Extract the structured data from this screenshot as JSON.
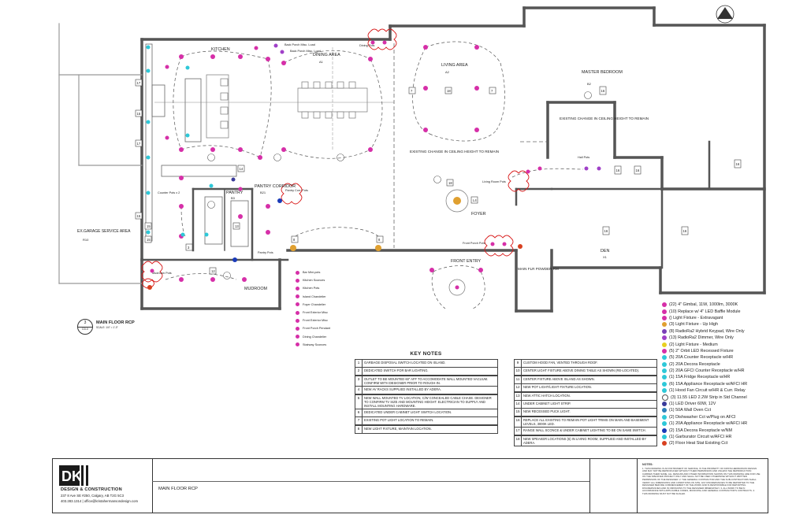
{
  "rooms": {
    "kitchen": "KITCHEN",
    "dining": "DINING AREA",
    "dining_code": "A1",
    "living": "LIVING AREA",
    "living_code": "A2",
    "master": "MASTER BEDROOM",
    "master_code": "B2",
    "pantry": "PANTRY",
    "pantry_code": "B3",
    "pantry_corridor": "PANTRY CORRIDOR",
    "pantry_corridor_code": "B21",
    "foyer": "FOYER",
    "den": "DEN",
    "den_code": "X1",
    "front_entry": "FRONT ENTRY",
    "mudroom": "MUDROOM",
    "main_flr_powder": "MAIN FLR POWDER RM",
    "garage": "EX.GARAGE SERVICE AREA",
    "garage_code": "R10"
  },
  "plan_notes": {
    "ceiling_change_1": "EXISTING CHANGE IN CEILING HEIGHT TO REMAIN",
    "ceiling_change_2": "EXISTING CHANGE IN CEILING HEIGHT TO REMAIN",
    "back_porch_1": "Back Porch Misc. Load",
    "back_porch_2": "Back Porch Misc. Load",
    "dining_pots": "Dining Pots",
    "living_room_pots": "Living Room Pots",
    "hall_pots": "Hall Pots",
    "front_porch": "Front Porch Pots",
    "pantry_pots": "Pantry Pots",
    "corridor_pots": "Pantry Corr. Pots",
    "mudroom_pots": "Mudroom Pots",
    "counter_pots": "Counter Pots x 2"
  },
  "floor_label": {
    "number": "3",
    "sheet": "D3.0",
    "title": "MAIN FLOOR RCP",
    "scale": "SCALE: 1/4\" = 1'-0\""
  },
  "fixture_legend": [
    {
      "label": "Bar Mini-pots",
      "color": "#d62fa8"
    },
    {
      "label": "Kitchen Sconces",
      "color": "#d62fa8"
    },
    {
      "label": "Kitchen Pots",
      "color": "#d62fa8"
    },
    {
      "label": "Island Chandelier",
      "color": "#d62fa8"
    },
    {
      "label": "Foyer Chandelier",
      "color": "#d62fa8"
    },
    {
      "label": "Front Exterior Misc",
      "color": "#d62fa8"
    },
    {
      "label": "Front Exterior Misc",
      "color": "#d62fa8"
    },
    {
      "label": "Front Porch Pendant",
      "color": "#d62fa8"
    },
    {
      "label": "Dining Chandelier",
      "color": "#d62fa8"
    },
    {
      "label": "Stairway Sconces",
      "color": "#d62fa8"
    }
  ],
  "key_notes": {
    "title": "KEY NOTES",
    "left": [
      {
        "num": "1",
        "text": "GARBAGE DISPOSAL SWITCH LOCATED ON ISLAND."
      },
      {
        "num": "2",
        "text": "DEDICATED SWITCH FOR BAR LIGHTING."
      },
      {
        "num": "3",
        "text": "OUTLET TO BE MOUNTED 60\" AFF TO ACCOMODATE WALL MOUNTED VACUUM. CONFIRM WITH DESIGNER PRIOR TO ROUGH-IN."
      },
      {
        "num": "4",
        "text": "NEW AV RACKS SUPPLIED INSTALLED BY ADERA."
      },
      {
        "num": "5",
        "text": "NEW WALL MOUNTED TV LOCATION, C/W CONCEALED CABLE CHASE. DESIGNER TO CONFIRM TV SIZE AND MOUNTING HEIGHT. ELECTRICIAN TO SUPPLY AND INSTALL MOUNTING HARDWARE."
      },
      {
        "num": "6",
        "text": "DEDICATED UNDER CABINET LIGHT SWITCH LOCATION."
      },
      {
        "num": "7",
        "text": "EXISTING POT LIGHT LOCATION TO REMAIN."
      },
      {
        "num": "8",
        "text": "NEW LIGHT FIXTURE, MAINTAIN LOCATION."
      }
    ],
    "right": [
      {
        "num": "9",
        "text": "CUSTOM HOOD FAN, VENTED THROUGH ROOF."
      },
      {
        "num": "10",
        "text": "CENTER LIGHT FIXTURE ABOVE DINING TABLE AS SHOWN (RE-LOCATED)."
      },
      {
        "num": "11",
        "text": "CENTER FIXTURE ABOVE ISLAND AS SHOWN."
      },
      {
        "num": "12",
        "text": "NEW POT LIGHT/LIGHT FIXTURE LOCATION."
      },
      {
        "num": "13",
        "text": "NEW ATTIC HATCH LOCATION."
      },
      {
        "num": "14",
        "text": "UNDER CABINET LIGHT STRIP."
      },
      {
        "num": "15",
        "text": "NEW RECESSED PUCK LIGHT."
      },
      {
        "num": "16",
        "text": "REPLACE ALL EXISTING TO REMAIN POT LIGHT TRIMS ON MAIN AND BASEMENT LEVELS, 3000K LED."
      },
      {
        "num": "17",
        "text": "RANGE WALL SCONCE & UNDER CABINET LIGHTING TO BE ON SAME SWITCH."
      },
      {
        "num": "18",
        "text": "NEW SPEAKER LOCATIONS (6) IN LIVING ROOM, SUPPLIED AND INSTALLED BY ADERA."
      }
    ]
  },
  "legend": [
    {
      "label": "(22) 4\" Gimbal, 11W, 1000lm, 3000K",
      "color": "#d62fa8"
    },
    {
      "label": "(10) Replace w/ 4\" LED Baffle Module",
      "color": "#d62fa8"
    },
    {
      "label": "() Light Fixture - Extravagant",
      "color": "#d62fa8"
    },
    {
      "label": "(3) Light Fixture - Up High",
      "color": "#e0a030"
    },
    {
      "label": "(8) RadioRa2 Hybrid Keypad, Wire Only",
      "color": "#7a3fb8"
    },
    {
      "label": "(13) RadioRa2 Dimmer, Wire Only",
      "color": "#a040c8"
    },
    {
      "label": "(2) Light Fixture - Medium",
      "color": "#e8d020"
    },
    {
      "label": "(5) 2\" Orbit LED Recessed Fixture",
      "color": "#d62fa8"
    },
    {
      "label": "(5) 20A Counter Receptacle w/HR",
      "color": "#2ec8d8"
    },
    {
      "label": "(2) 20A Decora Receptacle",
      "color": "#2ec8d8"
    },
    {
      "label": "(2) 20A GFCI Counter Receptacle w/HR",
      "color": "#2ec8d8"
    },
    {
      "label": "(1) 15A Fridge Receptacle w/HR",
      "color": "#2ec8d8"
    },
    {
      "label": "(6) 15A Appliance Receptacle w/AFCI HR",
      "color": "#2ec8d8"
    },
    {
      "label": "(1) Hood Fan Circuit w/HR & Curr. Relay",
      "color": "#2ec8d8"
    },
    {
      "label": "(3) 11.55 LED 2.2W Strip in Std Channel",
      "color": "#ffffff"
    },
    {
      "label": "(1) LED Driver 60W, 12V",
      "color": "#3a3a9a"
    },
    {
      "label": "(1) 50A Wall Oven Cct",
      "color": "#2e7fb8"
    },
    {
      "label": "(2) Dishwasher Cct w/Plug on AFCI",
      "color": "#2ec8d8"
    },
    {
      "label": "(1) 20A Appliance Receptacle w/AFCI HR",
      "color": "#2ec8d8"
    },
    {
      "label": "(2) 15A Decora Receptacle w/NM",
      "color": "#1a3ab8"
    },
    {
      "label": "(1) Garburator Circuit w/AFCI HR",
      "color": "#2ec8d8"
    },
    {
      "label": "(2) Floor Heat Stat Existing Cct",
      "color": "#d84020"
    }
  ],
  "title_block": {
    "logo": "DK HD",
    "company": "DESIGN & CONSTRUCTION",
    "address": "237 8 Ave SE #250, Calgary, AB T2G 5C3",
    "contact": "403.283.1314 | office@kristahermansondesign.com",
    "sheet_title": "MAIN FLOOR RCP",
    "notes_title": "NOTES:",
    "notes": "1. THIS DRAWING IS AN INSTRUMENT OF SERVICE, IS THE PROPERTY OF KRISTA HERMANSON DESIGN AND MAY NOT BE REPRODUCED WITHOUT THEIR PERMISSION AND UNLESS THE REPRODUCTION CARRIES THEIR NAME. ALL DESIGNS AND OTHER INFORMATION SHOWN ON THIS DRAWING ARE FOR USE ON THE SPECIFIED PROJECT ONLY AND SHALL NOT BE USED OTHERWISE WITHOUT WRITTEN PERMISSION OF THE DESIGNER. 2. THE GENERAL CONTRACTOR AND THE SUB-CONTRACTORS SHALL VERIFY ALL DIMENSIONS AND CONDITIONS ON SITE. ANY DISCREPANCIES TO BE REPORTED TO THE DESIGNER BEFORE COMMENCEMENT OF THE WORK AND IS RESPONSIBLE FOR REPORTING DISCREPANCIES AND IN OMISSIONS TO THE DESIGNER IMMEDIATELY. 3. ALL WORK TO BE IN ACCORDANCE WITH APPLICABLE CODES, MUNICIPAL AND GENERAL CONTRACTOR'S CONTRACTS. 4. THIS DRAWING MUST NOT BE SCALED."
  }
}
